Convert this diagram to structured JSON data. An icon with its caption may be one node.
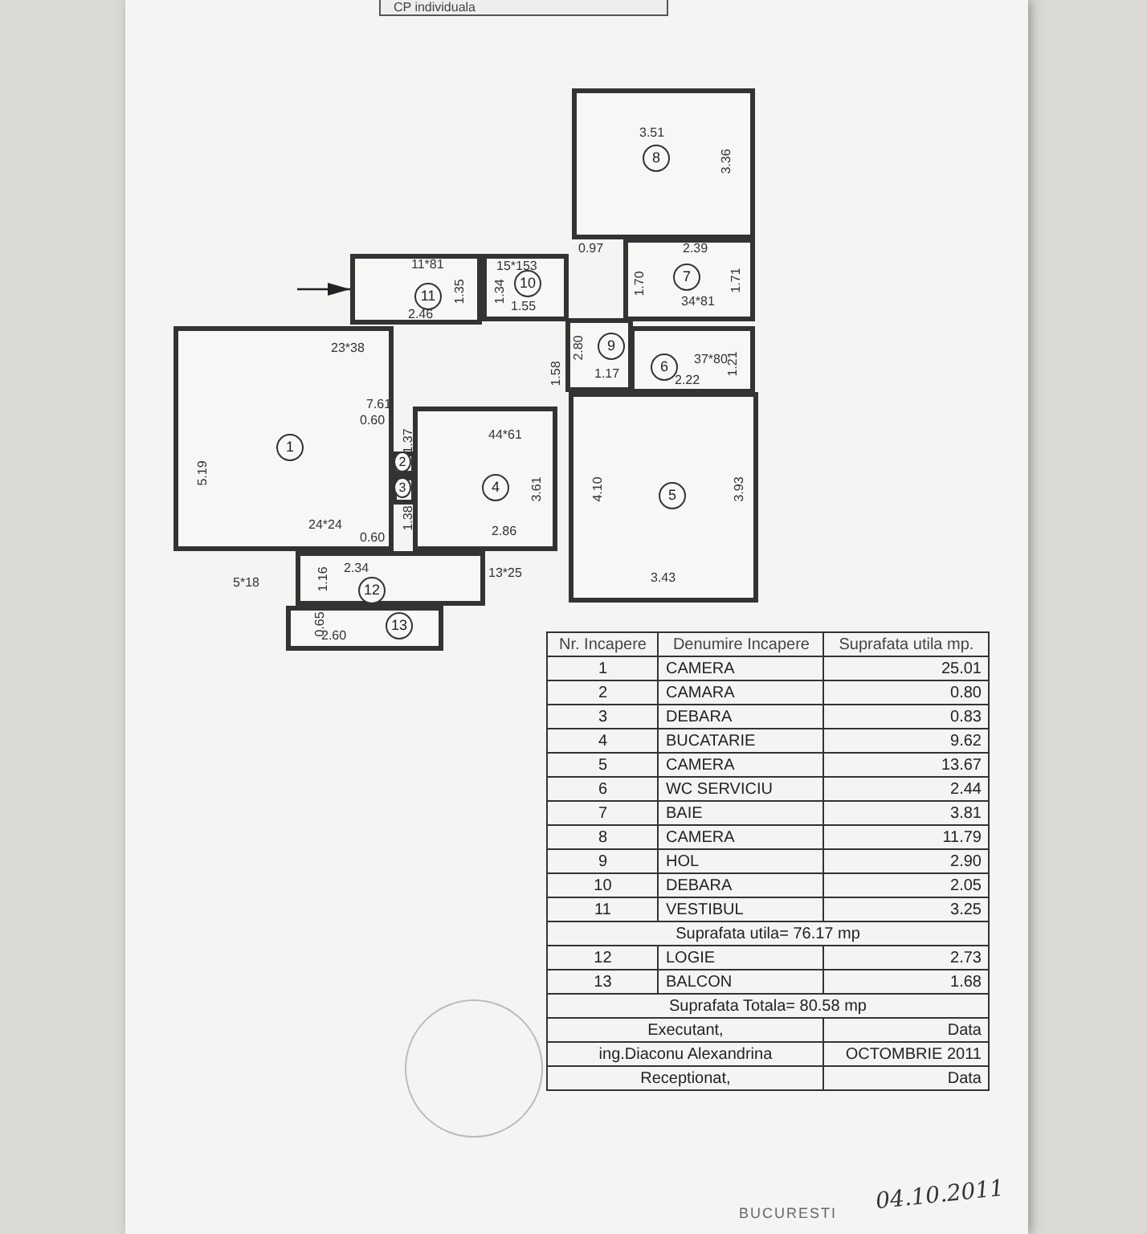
{
  "diagram": {
    "nodes": [
      {
        "text": [
          "8"
        ]
      },
      {
        "text": [
          "7"
        ]
      },
      {
        "text": [
          "11"
        ]
      },
      {
        "text": [
          "10"
        ]
      },
      {
        "text": [
          "9"
        ]
      },
      {
        "text": [
          "6"
        ]
      },
      {
        "text": [
          "1"
        ]
      },
      {
        "text": [
          "2"
        ]
      },
      {
        "text": [
          "3"
        ]
      },
      {
        "text": [
          "4"
        ]
      },
      {
        "text": [
          "5"
        ]
      },
      {
        "text": [
          "12"
        ]
      },
      {
        "text": [
          "13"
        ]
      },
      {
        "text": [],
        "shape": "circle"
      }
    ],
    "edges": [
      {
        "from": null,
        "to": 2,
        "arrow": "to"
      }
    ],
    "labels": [
      "CP individuala",
      "3.51",
      "3.36",
      "0.97",
      "2.39",
      "1.70",
      "1.71",
      "34*81",
      "11*81",
      "1.35",
      "15*153",
      "1.34",
      "1.55",
      "2.46",
      "2.80",
      "23*38",
      "1.58",
      "1.17",
      "37*80",
      "1.21",
      "2.22",
      "7.61",
      "0.60",
      "1.37",
      "44*61",
      "5.19",
      "3.61",
      "4.10",
      "3.93",
      "2.86",
      "24*24",
      "1.38",
      "0.60",
      "2.34",
      "1.16",
      "5*18",
      "13*25",
      "3.43",
      "0.65",
      "2.60",
      "Nr. Incapere",
      "Denumire Incapere",
      "Suprafata utila mp.",
      "1",
      "CAMERA",
      "25.01",
      "2",
      "CAMARA",
      "0.80",
      "3",
      "DEBARA",
      "0.83",
      "4",
      "BUCATARIE",
      "9.62",
      "5",
      "CAMERA",
      "13.67",
      "6",
      "WC SERVICIU",
      "2.44",
      "7",
      "BAIE",
      "3.81",
      "8",
      "CAMERA",
      "11.79",
      "9",
      "HOL",
      "2.90",
      "10",
      "DEBARA",
      "2.05",
      "11",
      "VESTIBUL",
      "3.25",
      "Suprafata utila= 76.17 mp",
      "12",
      "LOGIE",
      "2.73",
      "13",
      "BALCON",
      "1.68",
      "Suprafata Totala= 80.58 mp",
      "Executant,",
      "Data",
      "ing.Diaconu Alexandrina",
      "OCTOMBRIE 2011",
      "Receptionat,",
      "Data",
      "BUCURESTI",
      "04.10.2011"
    ]
  }
}
